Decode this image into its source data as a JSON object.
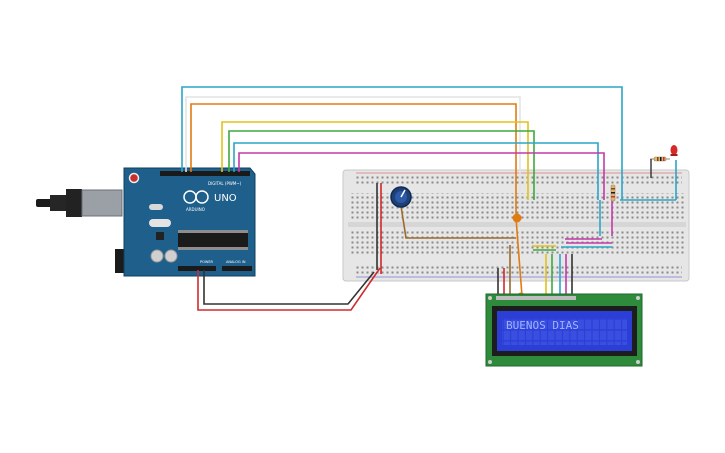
{
  "arduino": {
    "brand": "UNO",
    "maker": "ARDUINO",
    "digital_label": "DIGITAL (PWM~)",
    "power_label": "POWER",
    "analog_label": "ANALOG IN",
    "board_color": "#1f5f8b"
  },
  "lcd": {
    "text": "BUENOS DIAS",
    "pcb_color": "#2e8b3c",
    "screen_color": "#2b3fd6",
    "text_color": "#9fb4ff"
  },
  "wires": {
    "colors": {
      "cyan": "#2aa6c8",
      "orange": "#e07b12",
      "yellow": "#e0c21a",
      "green": "#3daa3d",
      "magenta": "#c23aa8",
      "black": "#333333",
      "red": "#d02b2b",
      "brown": "#9b6a2d"
    }
  }
}
